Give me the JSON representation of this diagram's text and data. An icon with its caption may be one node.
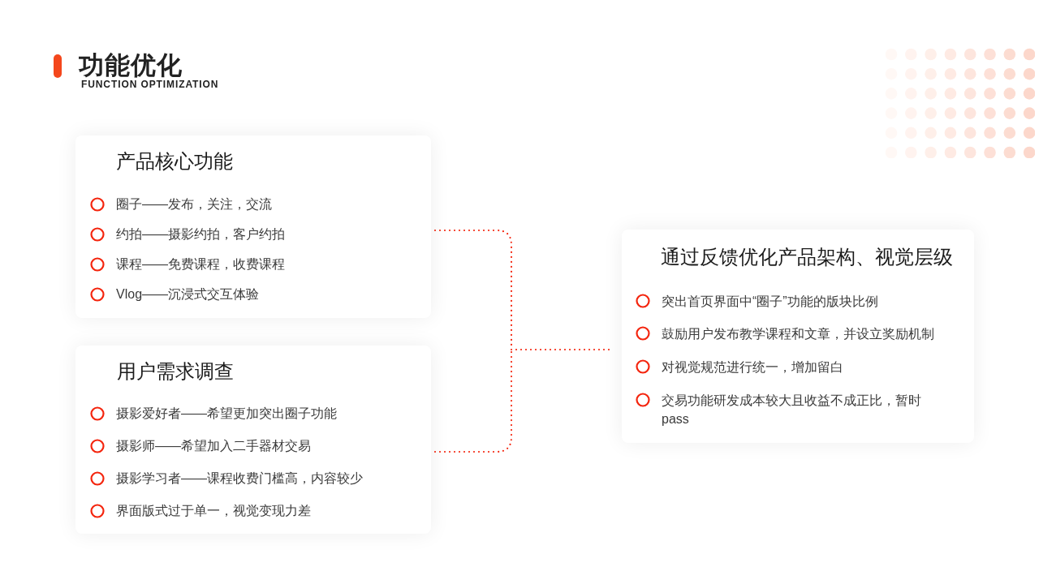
{
  "diagram": {
    "title": "功能优化",
    "nodes": [
      {
        "text": [
          "产品核心功能",
          "圈子——发布，关注，交流",
          "约拍——摄影约拍，客户约拍",
          "课程——免费课程，收费课程",
          "Vlog——沉浸式交互体验"
        ]
      },
      {
        "text": [
          "用户需求调查",
          "摄影爱好者——希望更加突出圈子功能",
          "摄影师——希望加入二手器材交易",
          "摄影学习者——课程收费门槛高，内容较少",
          "界面版式过于单一，视觉变现力差"
        ]
      },
      {
        "text": [
          "通过反馈优化产品架构、视觉层级",
          "突出首页界面中“圈子”功能的版块比例",
          "鼓励用户发布教学课程和文章，并设立奖励机制",
          "对视觉规范进行统一，增加留白",
          "交易功能研发成本较大且收益不成正比，暂时 pass"
        ]
      }
    ],
    "edges": [
      {
        "from": 0,
        "to": 2,
        "arrow": "none",
        "style": "dashed",
        "color": "#f4250e"
      },
      {
        "from": 1,
        "to": 2,
        "arrow": "none",
        "style": "dashed",
        "color": "#f4250e"
      }
    ],
    "labels": [
      "FUNCTION OPTIMIZATION"
    ]
  }
}
